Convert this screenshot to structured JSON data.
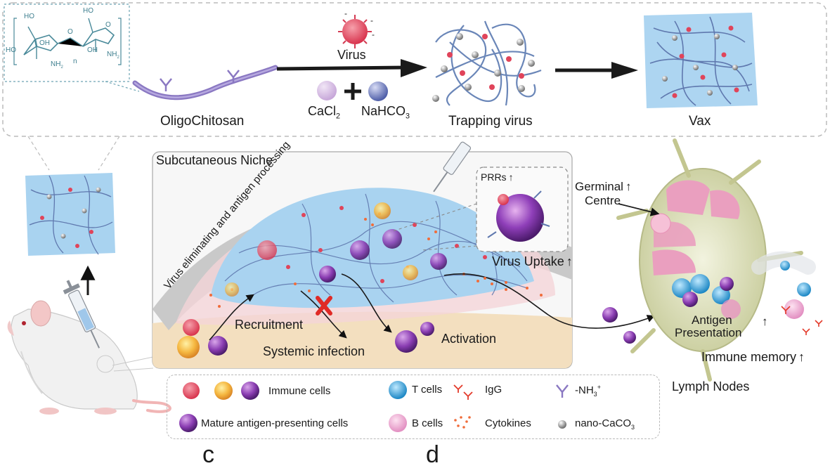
{
  "top_panel": {
    "oligochitosan_label": "OligoChitosan",
    "virus_label": "Virus",
    "cacl2_label": "CaCl",
    "cacl2_sub": "2",
    "nahco3_label": "NaHCO",
    "nahco3_sub": "3",
    "trapping_label": "Trapping virus",
    "vax_label": "Vax",
    "structure": {
      "ho_top": "HO",
      "ho_left": "HO",
      "oh_1": "OH",
      "nh2_1": "NH",
      "nh2_1_sub": "2",
      "o_link": "O",
      "o_ring": "O",
      "ho_top2": "HO",
      "oh_2": "OH",
      "nh2_2": "NH",
      "nh2_2_sub": "2",
      "n_repeat": "n"
    }
  },
  "niche_panel": {
    "title": "Subcutaneous Niche",
    "curved_label": "Virus eliminating and antigen processing",
    "prrs_label": "PRRs",
    "virus_uptake_label": "Virus Uptake",
    "recruitment_label": "Recruitment",
    "systemic_label": "Systemic infection",
    "activation_label": "Activation"
  },
  "lymph": {
    "germinal_label_1": "Germinal",
    "germinal_label_2": "Centre",
    "antigen_label_1": "Antigen",
    "antigen_label_2": "Presentation",
    "immune_memory_label": "Immune memory",
    "lymph_nodes_label": "Lymph Nodes"
  },
  "legend": {
    "immune_cells": "Immune cells",
    "mature_apc": "Mature antigen-presenting cells",
    "t_cells": "T cells",
    "b_cells": "B cells",
    "igg": "IgG",
    "cytokines": "Cytokines",
    "nh3": "-NH",
    "nh3_sub": "3",
    "nh3_sup": "+",
    "nano": "nano-CaCO",
    "nano_sub": "3"
  },
  "panel_letters": {
    "c": "c",
    "d": "d"
  },
  "colors": {
    "gel_blue": "#a9d3f0",
    "fiber": "#6c86b5",
    "virus_red": "#e0445a",
    "chitosan": "#8f7bc2",
    "skin": "#f3dfbf",
    "arrow": "#222222",
    "dashed": "#b5b5b5"
  },
  "icons": [
    "virus-icon",
    "syringe-icon",
    "mouse-icon",
    "lymph-node-icon",
    "t-cell-icon",
    "b-cell-icon",
    "apc-icon",
    "igg-icon",
    "cytokine-icon",
    "nano-caco3-icon"
  ]
}
